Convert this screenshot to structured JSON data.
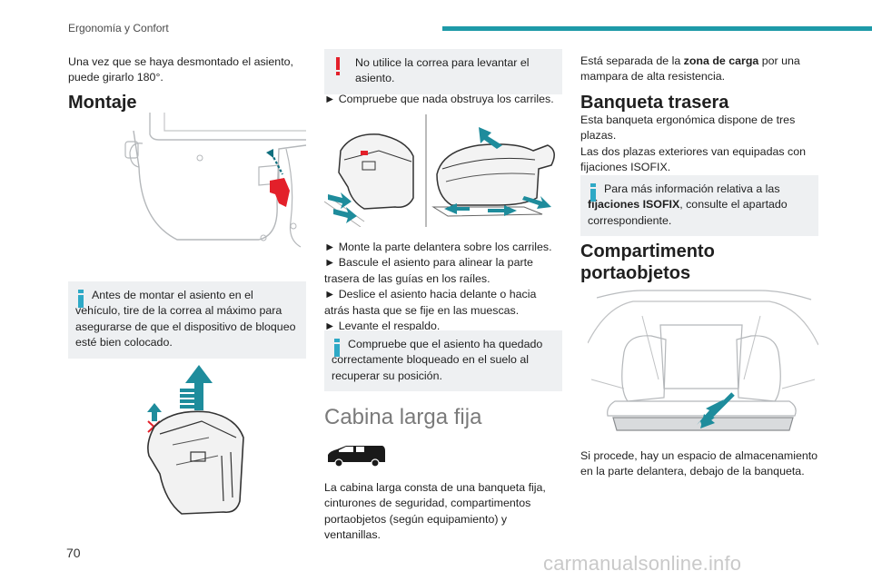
{
  "header": {
    "section_title": "Ergonomía y Confort"
  },
  "page_number": "70",
  "watermark": "carmanualsonline.info",
  "colors": {
    "accent": "#1e9aa8",
    "info": "#2ea9c6",
    "warning": "#e3202a",
    "note_bg": "#eef0f2"
  },
  "col1": {
    "intro_line1": "Una vez que se haya desmontado el asiento,",
    "intro_line2": "puede girarlo 180°.",
    "heading_montaje": "Montaje",
    "note_before": "Antes de montar el asiento en el vehículo, tire de la correa al máximo para asegurarse de que el dispositivo de bloqueo esté bien colocado."
  },
  "col2": {
    "warning_strap": "No utilice la correa para levantar el asiento.",
    "step_check_rails": "► Compruebe que nada obstruya los carriles.",
    "step1": "► Monte la parte delantera sobre los carriles.",
    "step2": "► Bascule el asiento para alinear la parte trasera de las guías en los raíles.",
    "step3": "► Deslice el asiento hacia delante o hacia atrás hasta que se fije en las muescas.",
    "step4": "► Levante el respaldo.",
    "note_locked": "Compruebe que el asiento ha quedado correctamente bloqueado en el suelo al recuperar su posición.",
    "heading_cabina": "Cabina larga fija",
    "cabina_text": "La cabina larga consta de una banqueta fija, cinturones de seguridad, compartimentos portaobjetos (según equipamiento) y ventanillas."
  },
  "col3": {
    "sep_prefix": "Está separada de la ",
    "sep_bold": "zona de carga",
    "sep_suffix": " por una mampara de alta resistencia.",
    "heading_banqueta": "Banqueta trasera",
    "banqueta_text1": "Esta banqueta ergonómica dispone de tres plazas.",
    "banqueta_text2": "Las dos plazas exteriores van equipadas con fijaciones ISOFIX.",
    "note_prefix": "Para más información relativa a las ",
    "note_bold": "fijaciones ISOFIX",
    "note_suffix": ", consulte el apartado correspondiente.",
    "heading_compartimento_line1": "Compartimento",
    "heading_compartimento_line2": "portaobjetos",
    "storage_text": "Si procede, hay un espacio de almacenamiento en la parte delantera, debajo de la banqueta."
  }
}
